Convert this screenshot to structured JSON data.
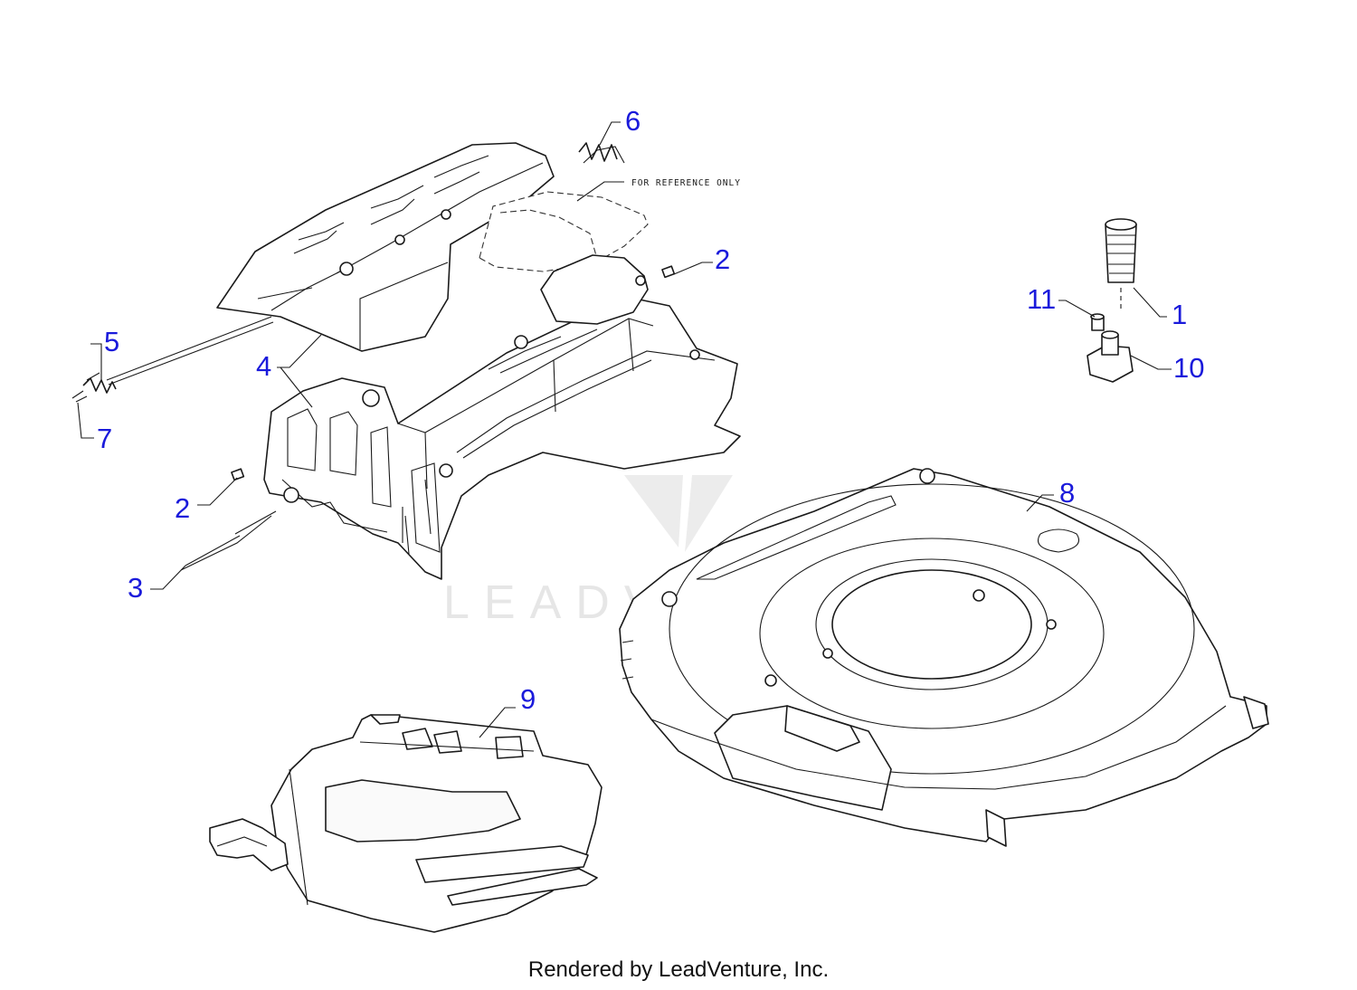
{
  "diagram": {
    "callouts": [
      {
        "id": "c1",
        "label": "1"
      },
      {
        "id": "c2a",
        "label": "2"
      },
      {
        "id": "c2b",
        "label": "2"
      },
      {
        "id": "c3",
        "label": "3"
      },
      {
        "id": "c4",
        "label": "4"
      },
      {
        "id": "c5",
        "label": "5"
      },
      {
        "id": "c6",
        "label": "6"
      },
      {
        "id": "c7",
        "label": "7"
      },
      {
        "id": "c8",
        "label": "8"
      },
      {
        "id": "c9",
        "label": "9"
      },
      {
        "id": "c10",
        "label": "10"
      },
      {
        "id": "c11",
        "label": "11"
      }
    ],
    "reference_note": "FOR REFERENCE ONLY",
    "watermark": "LEADVENTURE",
    "callout_color": "#1a1adb",
    "line_color": "#1a1a1a"
  },
  "footer": {
    "credit": "Rendered by LeadVenture, Inc."
  }
}
